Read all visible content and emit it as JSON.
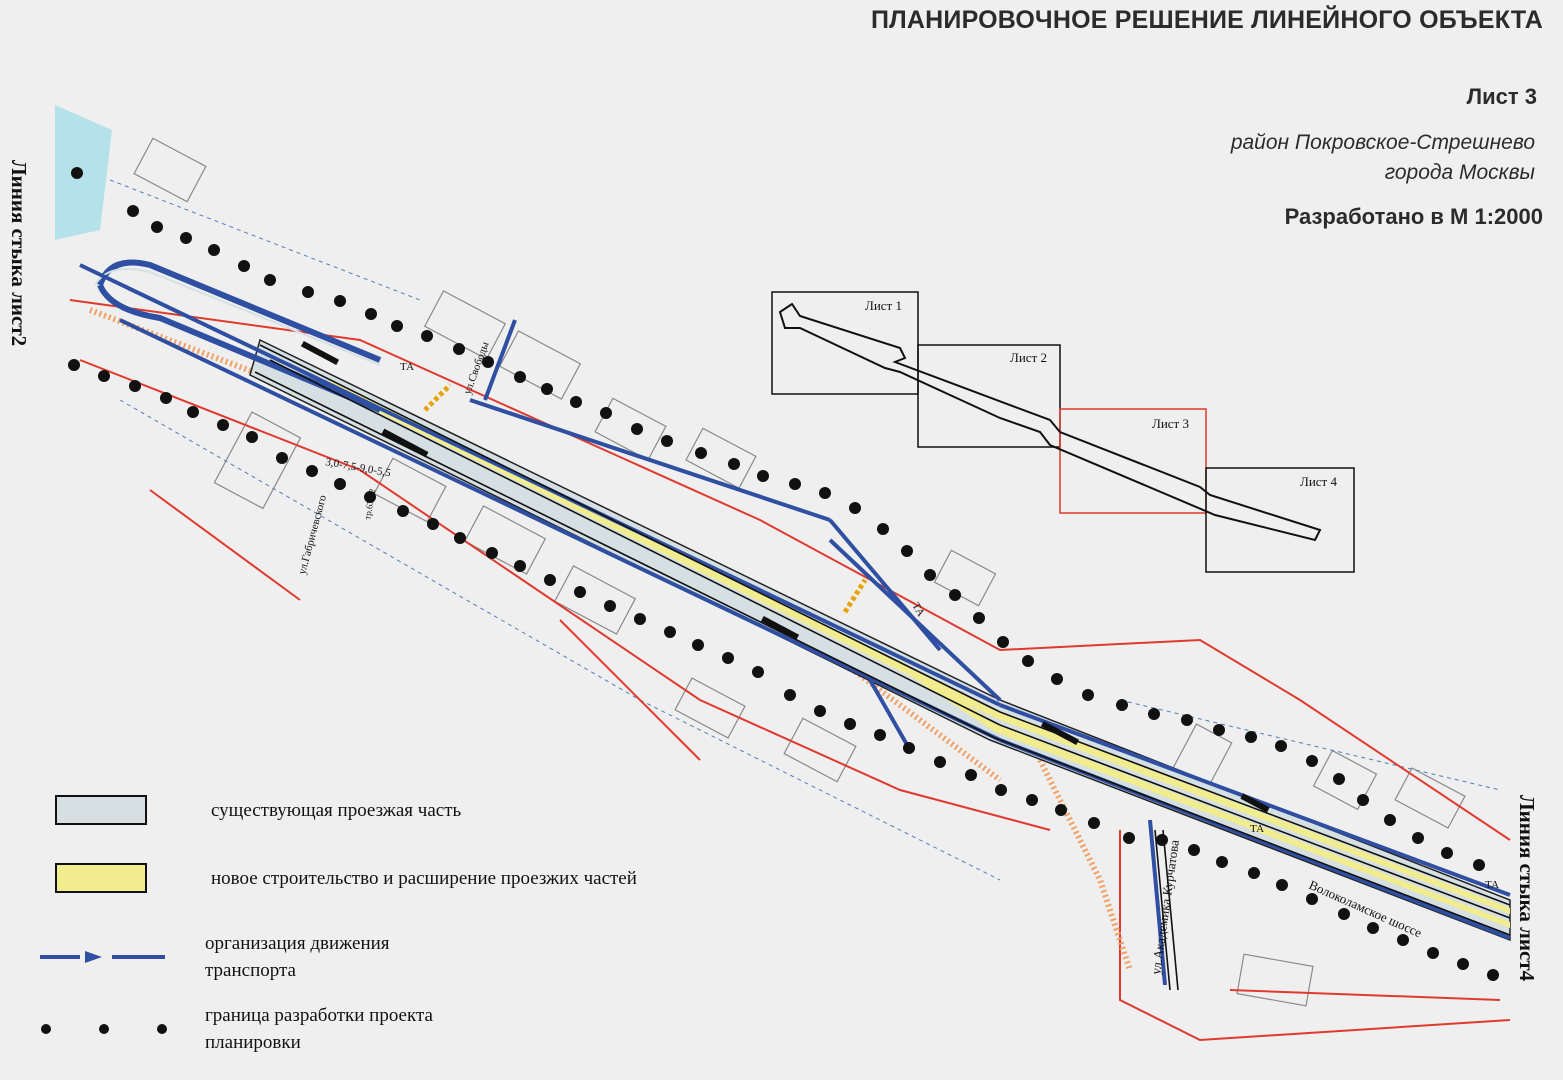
{
  "header": {
    "title": "ПЛАНИРОВОЧНОЕ РЕШЕНИЕ ЛИНЕЙНОГО ОБЪЕКТА",
    "sheet": "Лист 3",
    "district_line1": "район Покровское-Стрешнево",
    "district_line2": "города Москвы",
    "scale": "Разработано в М 1:2000"
  },
  "edges": {
    "left": "Линия стыка лист2",
    "right": "Линия стыка лист4"
  },
  "key_map": {
    "sheets": [
      "Лист 1",
      "Лист 2",
      "Лист 3",
      "Лист 4"
    ],
    "highlighted": "Лист 3",
    "highlight_color": "#e03a2f"
  },
  "map_labels": {
    "street_1": "ул.Габричевского",
    "street_2": "ул.Свободы",
    "street_3": "Волоколамское шоссе",
    "street_4": "ул.Академика Курчатова",
    "elev": "3,0-7,5-9,0-5,5",
    "tr": "тр.63,22",
    "ta": "ТА"
  },
  "legend": {
    "existing": "существующая проезжая часть",
    "new_construction": "новое строительство и расширение проезжих частей",
    "traffic_line1": "организация движения",
    "traffic_line2": "транспорта",
    "boundary_line1": "граница разработки проекта",
    "boundary_line2": "планировки"
  },
  "colors": {
    "existing_fill": "#d6e0e3",
    "new_fill": "#f1ec8e",
    "traffic": "#2f4fa2",
    "boundary": "#111111",
    "red_lines": "#e03a2f",
    "water": "#b5e2ea"
  }
}
